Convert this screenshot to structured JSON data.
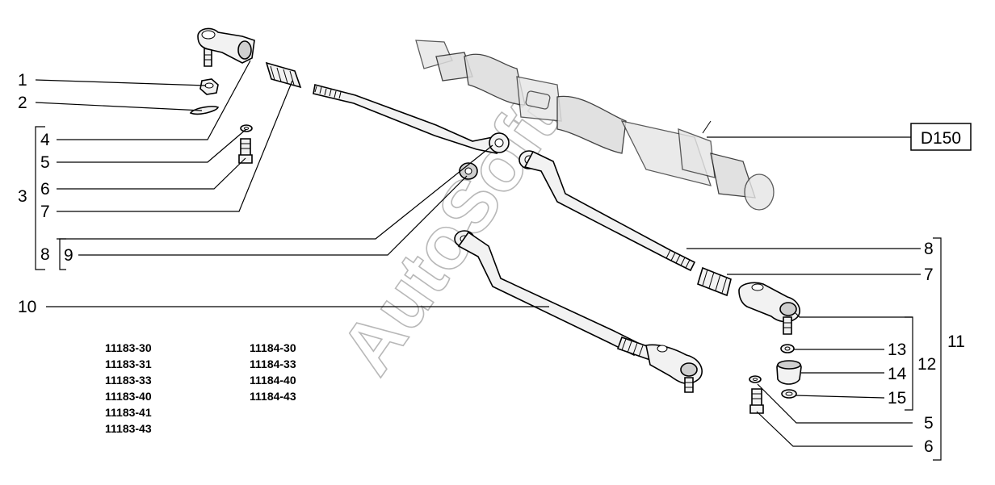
{
  "watermark": "AutoSoft",
  "reference_box": "D150",
  "callouts_left": {
    "c1": "1",
    "c2": "2",
    "c3": "3",
    "c4": "4",
    "c5": "5",
    "c6": "6",
    "c7": "7",
    "c8": "8",
    "c9": "9",
    "c10": "10"
  },
  "callouts_right": {
    "c8": "8",
    "c7": "7",
    "c13": "13",
    "c14": "14",
    "c15": "15",
    "c12": "12",
    "c11": "11",
    "c5": "5",
    "c6": "6"
  },
  "model_codes": {
    "column1": [
      "11183-30",
      "11183-31",
      "11183-33",
      "11183-40",
      "11183-41",
      "11183-43"
    ],
    "column2": [
      "11184-30",
      "11184-33",
      "11184-40",
      "11184-43"
    ]
  }
}
